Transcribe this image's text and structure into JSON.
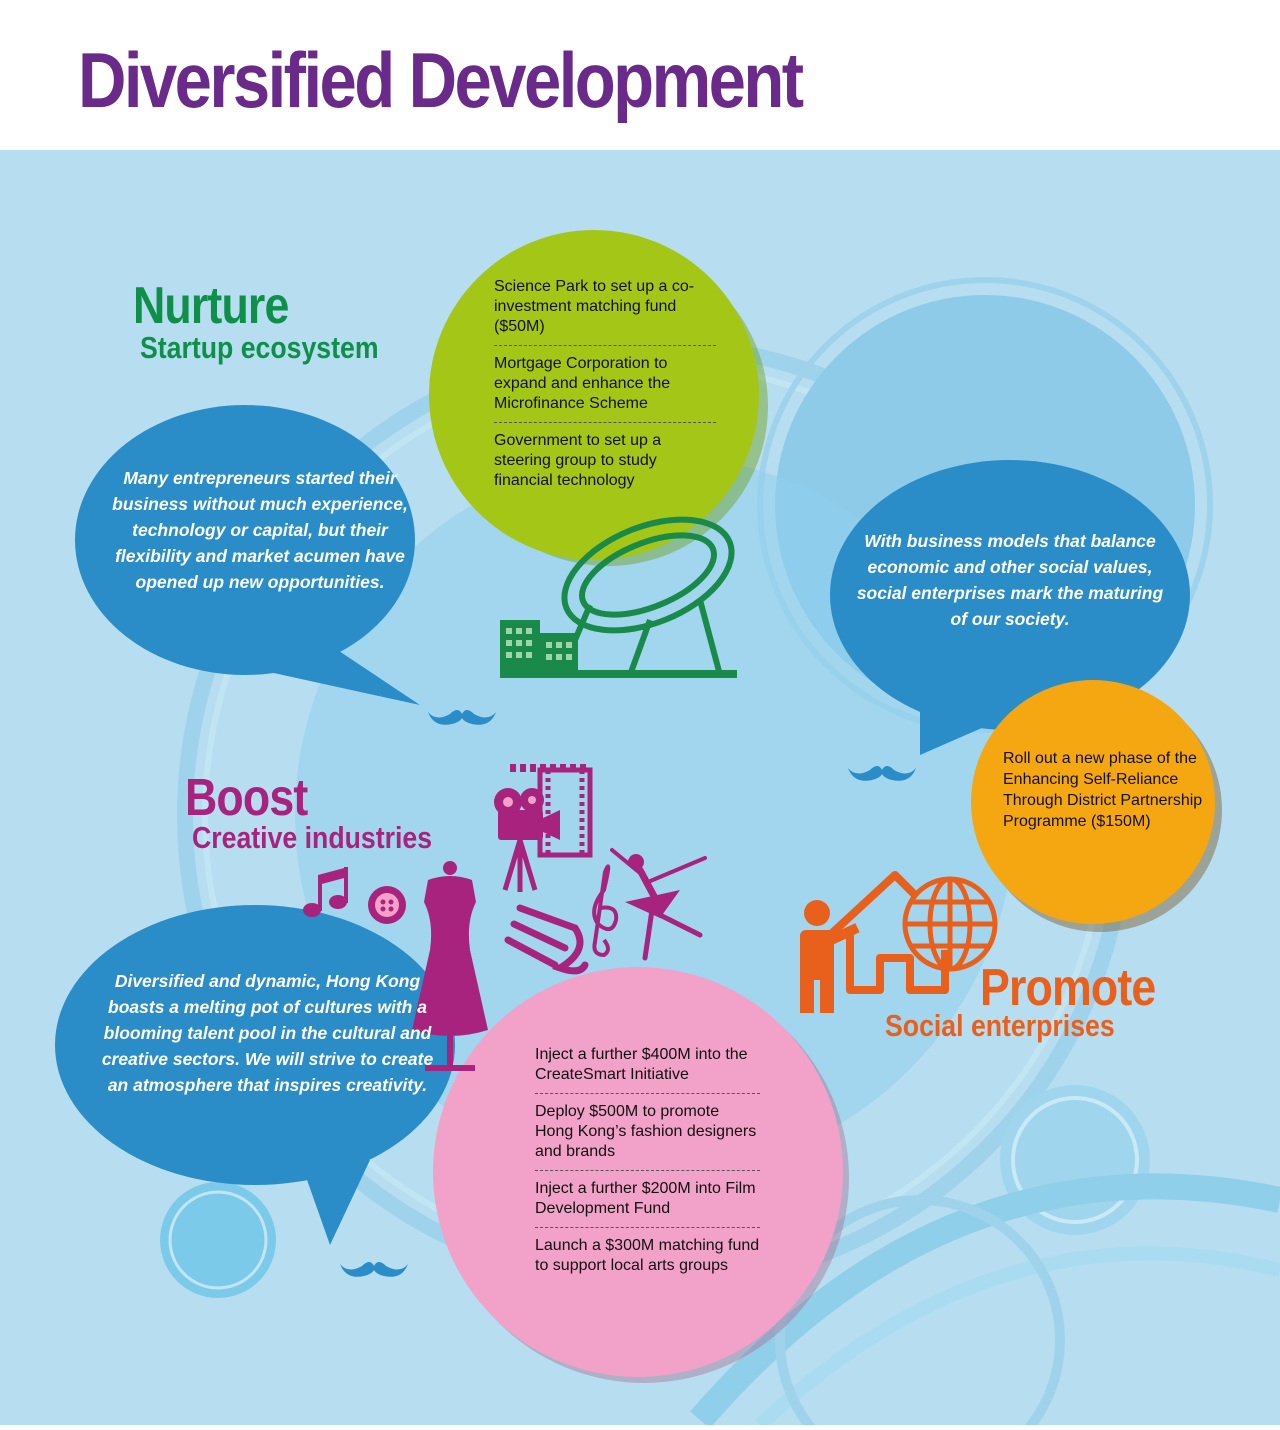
{
  "page_title": "Diversified Development",
  "colors": {
    "title": "#6a2a8a",
    "panel": "#b6def0",
    "nurture": "#0e8f4a",
    "boost": "#a8237e",
    "promote": "#e8601c",
    "bubble": "#2b8dc7",
    "lime_circle": "#a4c617",
    "orange_circle": "#f5a712",
    "pink_circle": "#f2a2c8"
  },
  "icons": [
    "mustache-icon",
    "science-park-building-icon",
    "film-camera-icon",
    "film-strip-icon",
    "ballet-dancer-icon",
    "music-note-icon",
    "treble-clef-icon",
    "button-icon",
    "dress-form-icon",
    "fabric-icon",
    "person-icon",
    "house-icon",
    "globe-icon"
  ],
  "nurture": {
    "heading": "Nurture",
    "subheading": "Startup ecosystem",
    "quote": "Many entrepreneurs started their business without much experience, technology or capital, but their flexibility and market acumen have opened up new opportunities.",
    "measures": [
      "Science Park to set up a co-investment matching fund ($50M)",
      "Mortgage Corporation to expand and enhance the Microfinance Scheme",
      "Government to set up a steering group to study financial technology"
    ]
  },
  "promote": {
    "heading": "Promote",
    "subheading": "Social enterprises",
    "quote": "With business models that balance economic and other social values, social enterprises mark the maturing of our society.",
    "measure": "Roll out a new phase of the Enhancing Self-Reliance Through District Partnership Programme ($150M)"
  },
  "boost": {
    "heading": "Boost",
    "subheading": "Creative industries",
    "quote": "Diversified and dynamic, Hong Kong boasts a melting pot of cultures with a blooming talent pool in the cultural and creative sectors. We will strive to create an atmosphere that inspires creativity.",
    "measures": [
      "Inject a further $400M into the CreateSmart Initiative",
      "Deploy $500M to promote Hong Kong’s fashion designers and brands",
      "Inject a further $200M into Film Development Fund",
      "Launch a $300M matching fund to support local arts groups"
    ]
  }
}
